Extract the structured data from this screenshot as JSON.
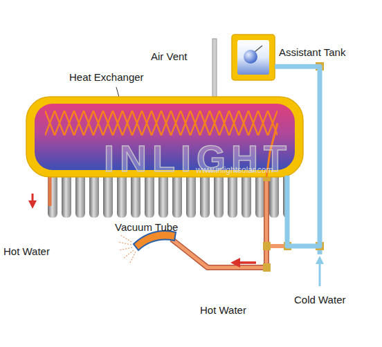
{
  "diagram": {
    "nodes": [
      {
        "text": [
          "Heat Exchanger"
        ]
      },
      {
        "text": [
          "Assistant Tank"
        ]
      }
    ],
    "edges": [
      {
        "from": 1,
        "to": 0,
        "arrow": "none"
      }
    ],
    "labels": [
      "Air Vent",
      "Vacuum Tube",
      "Hot Water",
      "Hot Water",
      "Cold Water",
      "INLIGHT",
      "www.inlightsolar.com"
    ]
  }
}
